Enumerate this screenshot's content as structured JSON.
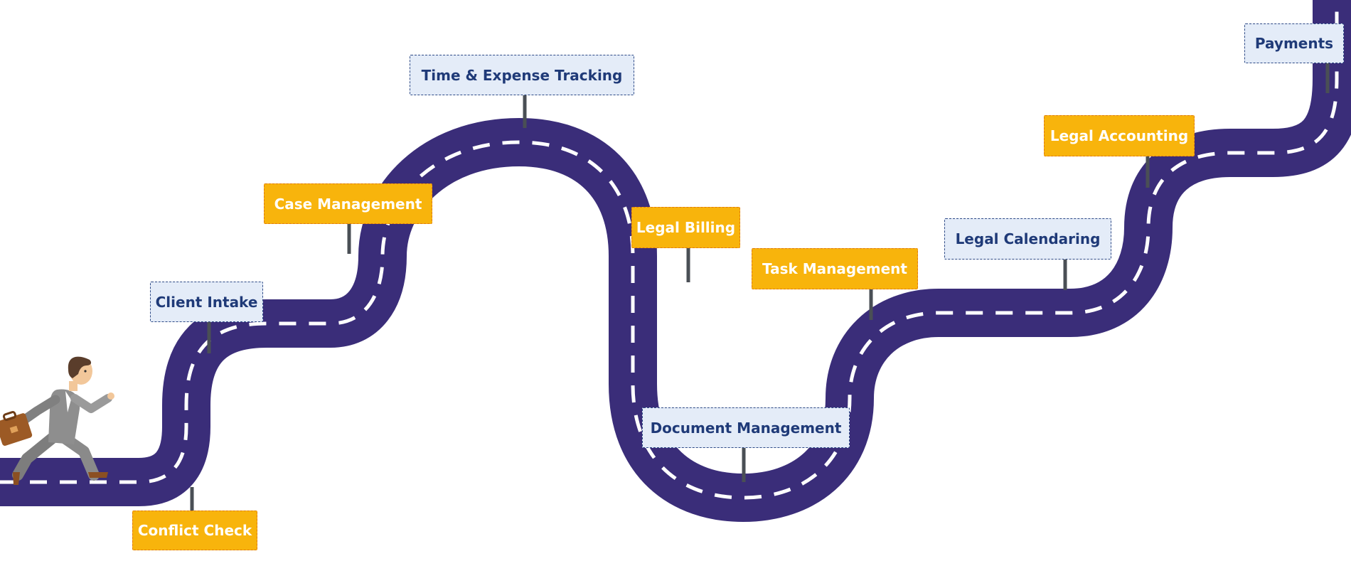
{
  "colors": {
    "road": "#3a2d79",
    "dash": "#ffffff",
    "connector": "#4a4f55",
    "blue_fill": "#e4ecf8",
    "blue_border": "#2e4a86",
    "blue_text": "#1f3a78",
    "yellow_fill": "#f8b40c",
    "yellow_border": "#e07a10",
    "yellow_text": "#ffffff"
  },
  "milestones": [
    {
      "label": "Conflict Check",
      "style": "yellow"
    },
    {
      "label": "Client Intake",
      "style": "blue"
    },
    {
      "label": "Case Management",
      "style": "yellow"
    },
    {
      "label": "Time & Expense Tracking",
      "style": "blue"
    },
    {
      "label": "Legal Billing",
      "style": "yellow"
    },
    {
      "label": "Document Management",
      "style": "blue"
    },
    {
      "label": "Task Management",
      "style": "yellow"
    },
    {
      "label": "Legal Calendaring",
      "style": "blue"
    },
    {
      "label": "Legal Accounting",
      "style": "yellow"
    },
    {
      "label": "Payments",
      "style": "blue"
    }
  ],
  "figure": {
    "icon": "running-businessman-with-briefcase-icon"
  }
}
